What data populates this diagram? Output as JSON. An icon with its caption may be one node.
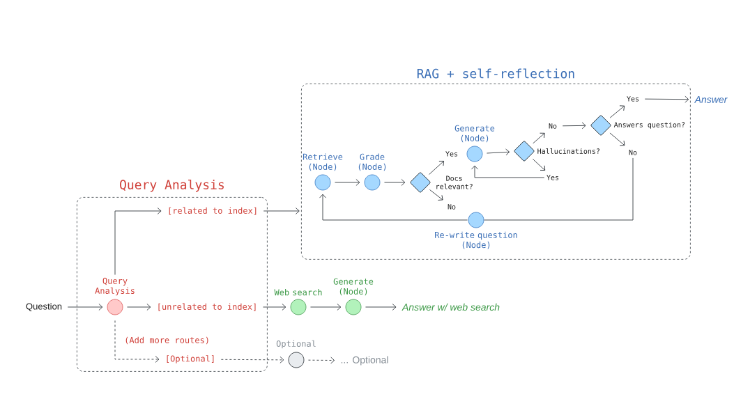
{
  "diagram": {
    "nodes": [
      {
        "text": [
          "RAG + self-reflection"
        ]
      },
      {
        "text": [
          "Retrieve (Node)"
        ],
        "in": 0
      },
      {
        "text": [
          "Grade (Node)"
        ],
        "in": 0
      },
      {
        "text": [
          "Docs relevant?"
        ],
        "in": 0
      },
      {
        "text": [
          "Yes"
        ],
        "in": 0
      },
      {
        "text": [
          "No"
        ],
        "in": 0
      },
      {
        "text": [
          "Generate (Node)"
        ],
        "in": 0
      },
      {
        "text": [
          "Hallucinations?"
        ],
        "in": 0
      },
      {
        "text": [
          "No"
        ],
        "in": 0
      },
      {
        "text": [
          "Yes"
        ],
        "in": 0
      },
      {
        "text": [
          "Answers question?"
        ],
        "in": 0
      },
      {
        "text": [
          "Yes"
        ],
        "in": 0
      },
      {
        "text": [
          "No"
        ],
        "in": 0
      },
      {
        "text": [
          "Answer"
        ]
      },
      {
        "text": [
          "Re-write question (Node)"
        ],
        "in": 0
      },
      {
        "text": [
          "Query Analysis"
        ]
      },
      {
        "text": [
          "Question"
        ]
      },
      {
        "text": [
          "Query Analysis"
        ],
        "in": 15
      },
      {
        "text": [
          "[related to index]"
        ],
        "in": 15
      },
      {
        "text": [
          "[unrelated to index]"
        ],
        "in": 15
      },
      {
        "text": [
          "[Optional]"
        ],
        "in": 15
      },
      {
        "text": [
          "Web search"
        ]
      },
      {
        "text": [
          "Generate (Node)"
        ]
      },
      {
        "text": [
          "Answer w/ web search"
        ]
      },
      {
        "text": [
          "Optional"
        ]
      },
      {
        "text": [
          "... Optional"
        ]
      }
    ],
    "edges": [
      {
        "from": 16,
        "to": 17,
        "arrow": "to"
      },
      {
        "from": 17,
        "to": 18,
        "arrow": "to"
      },
      {
        "from": 18,
        "to": 0,
        "arrow": "to"
      },
      {
        "from": 17,
        "to": 19,
        "arrow": "to"
      },
      {
        "from": 19,
        "to": 21,
        "arrow": "to"
      },
      {
        "from": 21,
        "to": 22,
        "arrow": "to"
      },
      {
        "from": 22,
        "to": 23,
        "arrow": "to"
      },
      {
        "from": 17,
        "to": 20,
        "arrow": "to",
        "style": "dashed"
      },
      {
        "from": 20,
        "to": 24,
        "arrow": "to",
        "style": "dashed"
      },
      {
        "from": 24,
        "to": 25,
        "arrow": "to",
        "style": "dashed"
      },
      {
        "from": 1,
        "to": 2,
        "arrow": "to"
      },
      {
        "from": 2,
        "to": 3,
        "arrow": "to"
      },
      {
        "from": 3,
        "to": 4,
        "arrow": "to"
      },
      {
        "from": 3,
        "to": 5,
        "arrow": "to"
      },
      {
        "from": 6,
        "to": 7,
        "arrow": "to"
      },
      {
        "from": 7,
        "to": 8,
        "arrow": "to"
      },
      {
        "from": 7,
        "to": 9,
        "arrow": "to"
      },
      {
        "from": 9,
        "to": 6,
        "arrow": "to"
      },
      {
        "from": 8,
        "to": 10,
        "arrow": "to"
      },
      {
        "from": 10,
        "to": 11,
        "arrow": "to"
      },
      {
        "from": 10,
        "to": 12,
        "arrow": "to"
      },
      {
        "from": 11,
        "to": 13,
        "arrow": "to"
      },
      {
        "from": 12,
        "to": 14,
        "arrow": "none"
      },
      {
        "from": 14,
        "to": 1,
        "arrow": "to"
      }
    ],
    "labels": [
      "(Add more routes)"
    ]
  }
}
